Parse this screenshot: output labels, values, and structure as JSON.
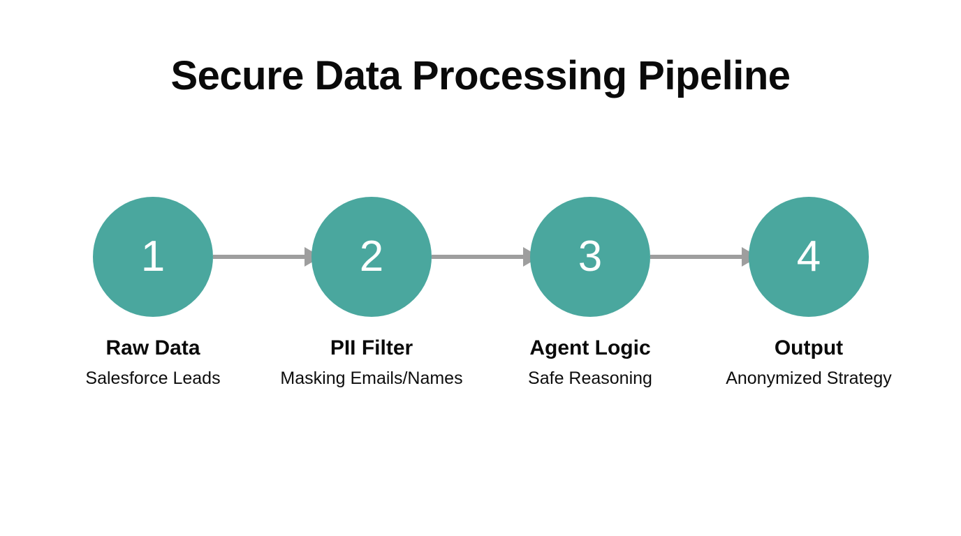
{
  "title": "Secure Data Processing Pipeline",
  "colors": {
    "background": "#ffffff",
    "node_fill": "#4aa79e",
    "node_number": "#ffffff",
    "text": "#0a0a0a",
    "arrow": "#9e9e9e"
  },
  "chart_data": {
    "type": "diagram",
    "layout": "horizontal-flow",
    "title": "Secure Data Processing Pipeline",
    "node_shape": "circle",
    "connector": "single-headed-arrow",
    "steps": [
      {
        "number": "1",
        "label": "Raw Data",
        "sublabel": "Salesforce Leads"
      },
      {
        "number": "2",
        "label": "PII Filter",
        "sublabel": "Masking Emails/Names"
      },
      {
        "number": "3",
        "label": "Agent Logic",
        "sublabel": "Safe Reasoning"
      },
      {
        "number": "4",
        "label": "Output",
        "sublabel": "Anonymized Strategy"
      }
    ],
    "arrows": [
      {
        "from": "1",
        "to": "2"
      },
      {
        "from": "2",
        "to": "3"
      },
      {
        "from": "3",
        "to": "4"
      }
    ]
  }
}
